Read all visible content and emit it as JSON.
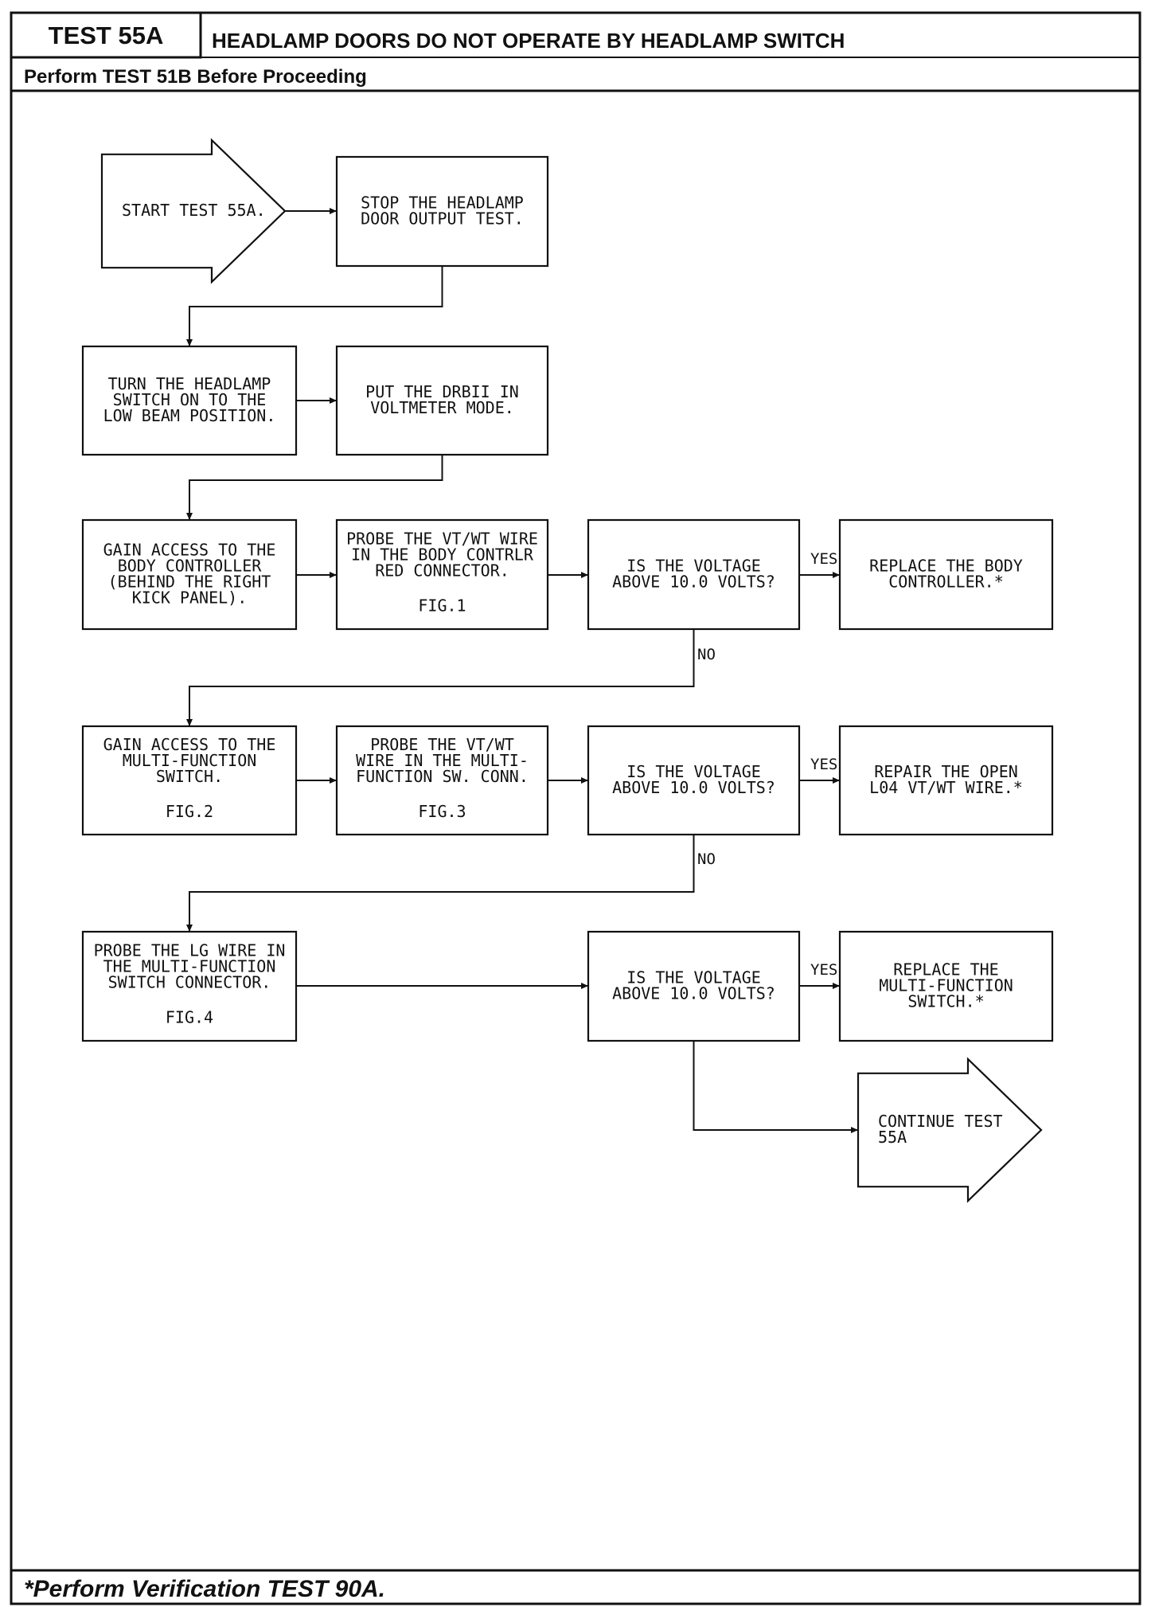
{
  "header": {
    "test_id": "TEST 55A",
    "title": "HEADLAMP DOORS DO NOT OPERATE BY HEADLAMP SWITCH",
    "prerequisite": "Perform TEST 51B Before Proceeding"
  },
  "footer": {
    "note": "*Perform Verification TEST 90A."
  },
  "flowchart": {
    "nodes": [
      {
        "id": "start",
        "kind": "start-arrow",
        "lines": [
          "START TEST 55A."
        ]
      },
      {
        "id": "stop_output_test",
        "kind": "process",
        "lines": [
          "STOP THE HEADLAMP",
          "DOOR OUTPUT TEST."
        ]
      },
      {
        "id": "turn_switch_on",
        "kind": "process",
        "lines": [
          "TURN THE HEADLAMP",
          "SWITCH ON TO THE",
          "LOW BEAM POSITION."
        ]
      },
      {
        "id": "drbii_voltmeter",
        "kind": "process",
        "lines": [
          "PUT THE DRBII IN",
          "VOLTMETER MODE."
        ]
      },
      {
        "id": "access_body_controller",
        "kind": "process",
        "lines": [
          "GAIN ACCESS TO THE",
          "BODY CONTROLLER",
          "(BEHIND THE RIGHT",
          "KICK PANEL)."
        ]
      },
      {
        "id": "probe_vt_wt_body",
        "kind": "process",
        "lines": [
          "PROBE THE VT/WT WIRE",
          "IN THE BODY CONTRLR",
          "RED CONNECTOR."
        ],
        "fig": "FIG.1"
      },
      {
        "id": "decision_1",
        "kind": "decision",
        "lines": [
          "IS THE VOLTAGE",
          "ABOVE 10.0 VOLTS?"
        ]
      },
      {
        "id": "replace_body_controller",
        "kind": "process",
        "lines": [
          "REPLACE THE BODY",
          "CONTROLLER.*"
        ]
      },
      {
        "id": "access_mf_switch",
        "kind": "process",
        "lines": [
          "GAIN ACCESS TO THE",
          "MULTI-FUNCTION",
          "SWITCH."
        ],
        "fig": "FIG.2"
      },
      {
        "id": "probe_vt_wt_mf",
        "kind": "process",
        "lines": [
          "PROBE THE VT/WT",
          "WIRE IN THE MULTI-",
          "FUNCTION SW. CONN."
        ],
        "fig": "FIG.3"
      },
      {
        "id": "decision_2",
        "kind": "decision",
        "lines": [
          "IS THE VOLTAGE",
          "ABOVE 10.0 VOLTS?"
        ]
      },
      {
        "id": "repair_open_wire",
        "kind": "process",
        "lines": [
          "REPAIR THE OPEN",
          "L04 VT/WT WIRE.*"
        ]
      },
      {
        "id": "probe_lg_wire",
        "kind": "process",
        "lines": [
          "PROBE THE LG WIRE IN",
          "THE MULTI-FUNCTION",
          "SWITCH CONNECTOR."
        ],
        "fig": "FIG.4"
      },
      {
        "id": "decision_3",
        "kind": "decision",
        "lines": [
          "IS THE VOLTAGE",
          "ABOVE 10.0 VOLTS?"
        ]
      },
      {
        "id": "replace_mf_switch",
        "kind": "process",
        "lines": [
          "REPLACE THE",
          "MULTI-FUNCTION",
          "SWITCH.*"
        ]
      },
      {
        "id": "continue",
        "kind": "end-arrow",
        "lines": [
          "CONTINUE TEST",
          "55A"
        ]
      }
    ],
    "edge_labels": {
      "yes": "YES",
      "no": "NO"
    }
  }
}
